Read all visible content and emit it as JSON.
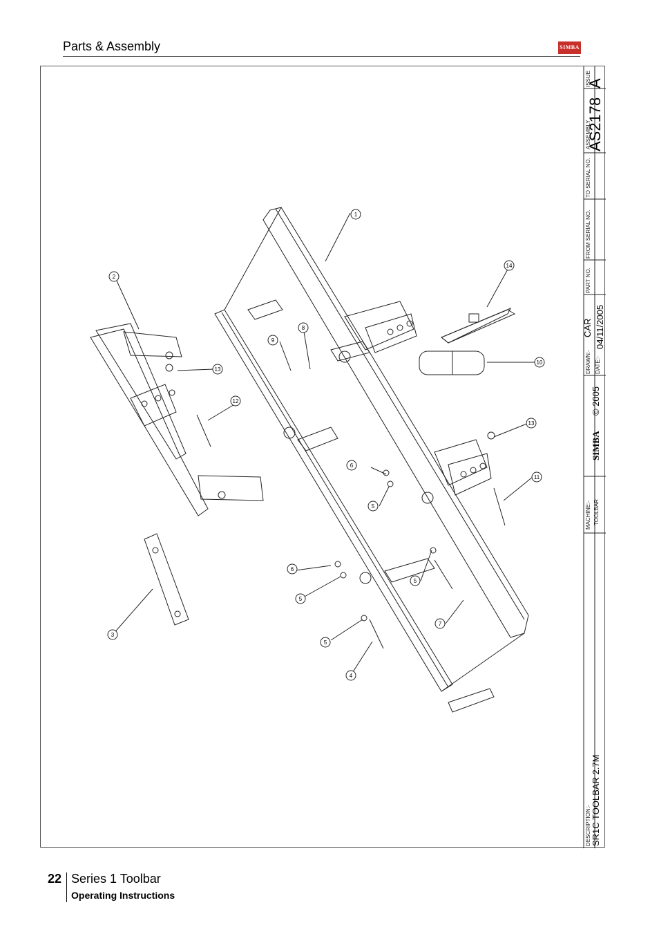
{
  "header": {
    "title": "Parts & Assembly",
    "logo_text": "SIMBA"
  },
  "title_block": {
    "issue_label": "ISSUE",
    "issue": "A",
    "assembly_label": "ASSEMBLY",
    "assembly": "AS2178",
    "to_serial_label": "TO SERIAL NO.",
    "from_serial_label": "FROM SERIAL NO.",
    "part_no_label": "PART NO.",
    "drawn_label": "DRAWN:-",
    "drawn": "CAR",
    "date_label": "DATE:-",
    "date": "04/11/2005",
    "copyright": "© 2005",
    "brand": "SIMBA",
    "machine_label": "MACHINE:-",
    "machine": "TOOLBAR",
    "description_label": "DESCRIPTION:-",
    "description": "SR1C TOOLBAR 2.7M"
  },
  "balloons": [
    "1",
    "2",
    "3",
    "4",
    "5",
    "5",
    "5",
    "5",
    "6",
    "6",
    "7",
    "8",
    "9",
    "10",
    "11",
    "12",
    "13",
    "13",
    "14"
  ],
  "footer": {
    "page": "22",
    "series": "Series 1 Toolbar",
    "subtitle": "Operating Instructions"
  },
  "colors": {
    "brand_red": "#c8302b",
    "line": "#222222"
  }
}
